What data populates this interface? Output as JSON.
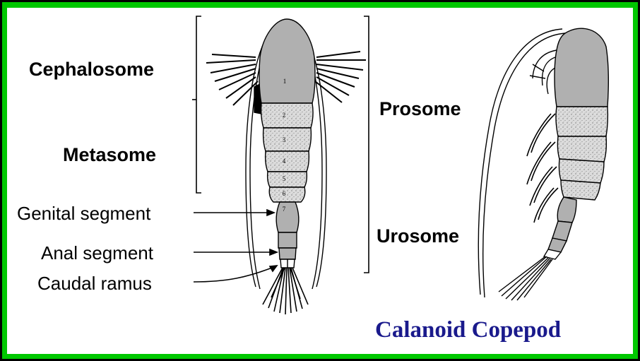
{
  "colors": {
    "frame": "#00c800",
    "body_fill": "#b0b0b0",
    "speckle_fill": "#dcdcdc",
    "title": "#1a1a8c"
  },
  "labels": {
    "cephalosome": "Cephalosome",
    "metasome": "Metasome",
    "genital_segment": "Genital segment",
    "anal_segment": "Anal segment",
    "caudal_ramus": "Caudal ramus",
    "prosome": "Prosome",
    "urosome": "Urosome"
  },
  "segment_numbers": [
    "1",
    "2",
    "3",
    "4",
    "5",
    "6",
    "7"
  ],
  "title": "Calanoid Copepod"
}
